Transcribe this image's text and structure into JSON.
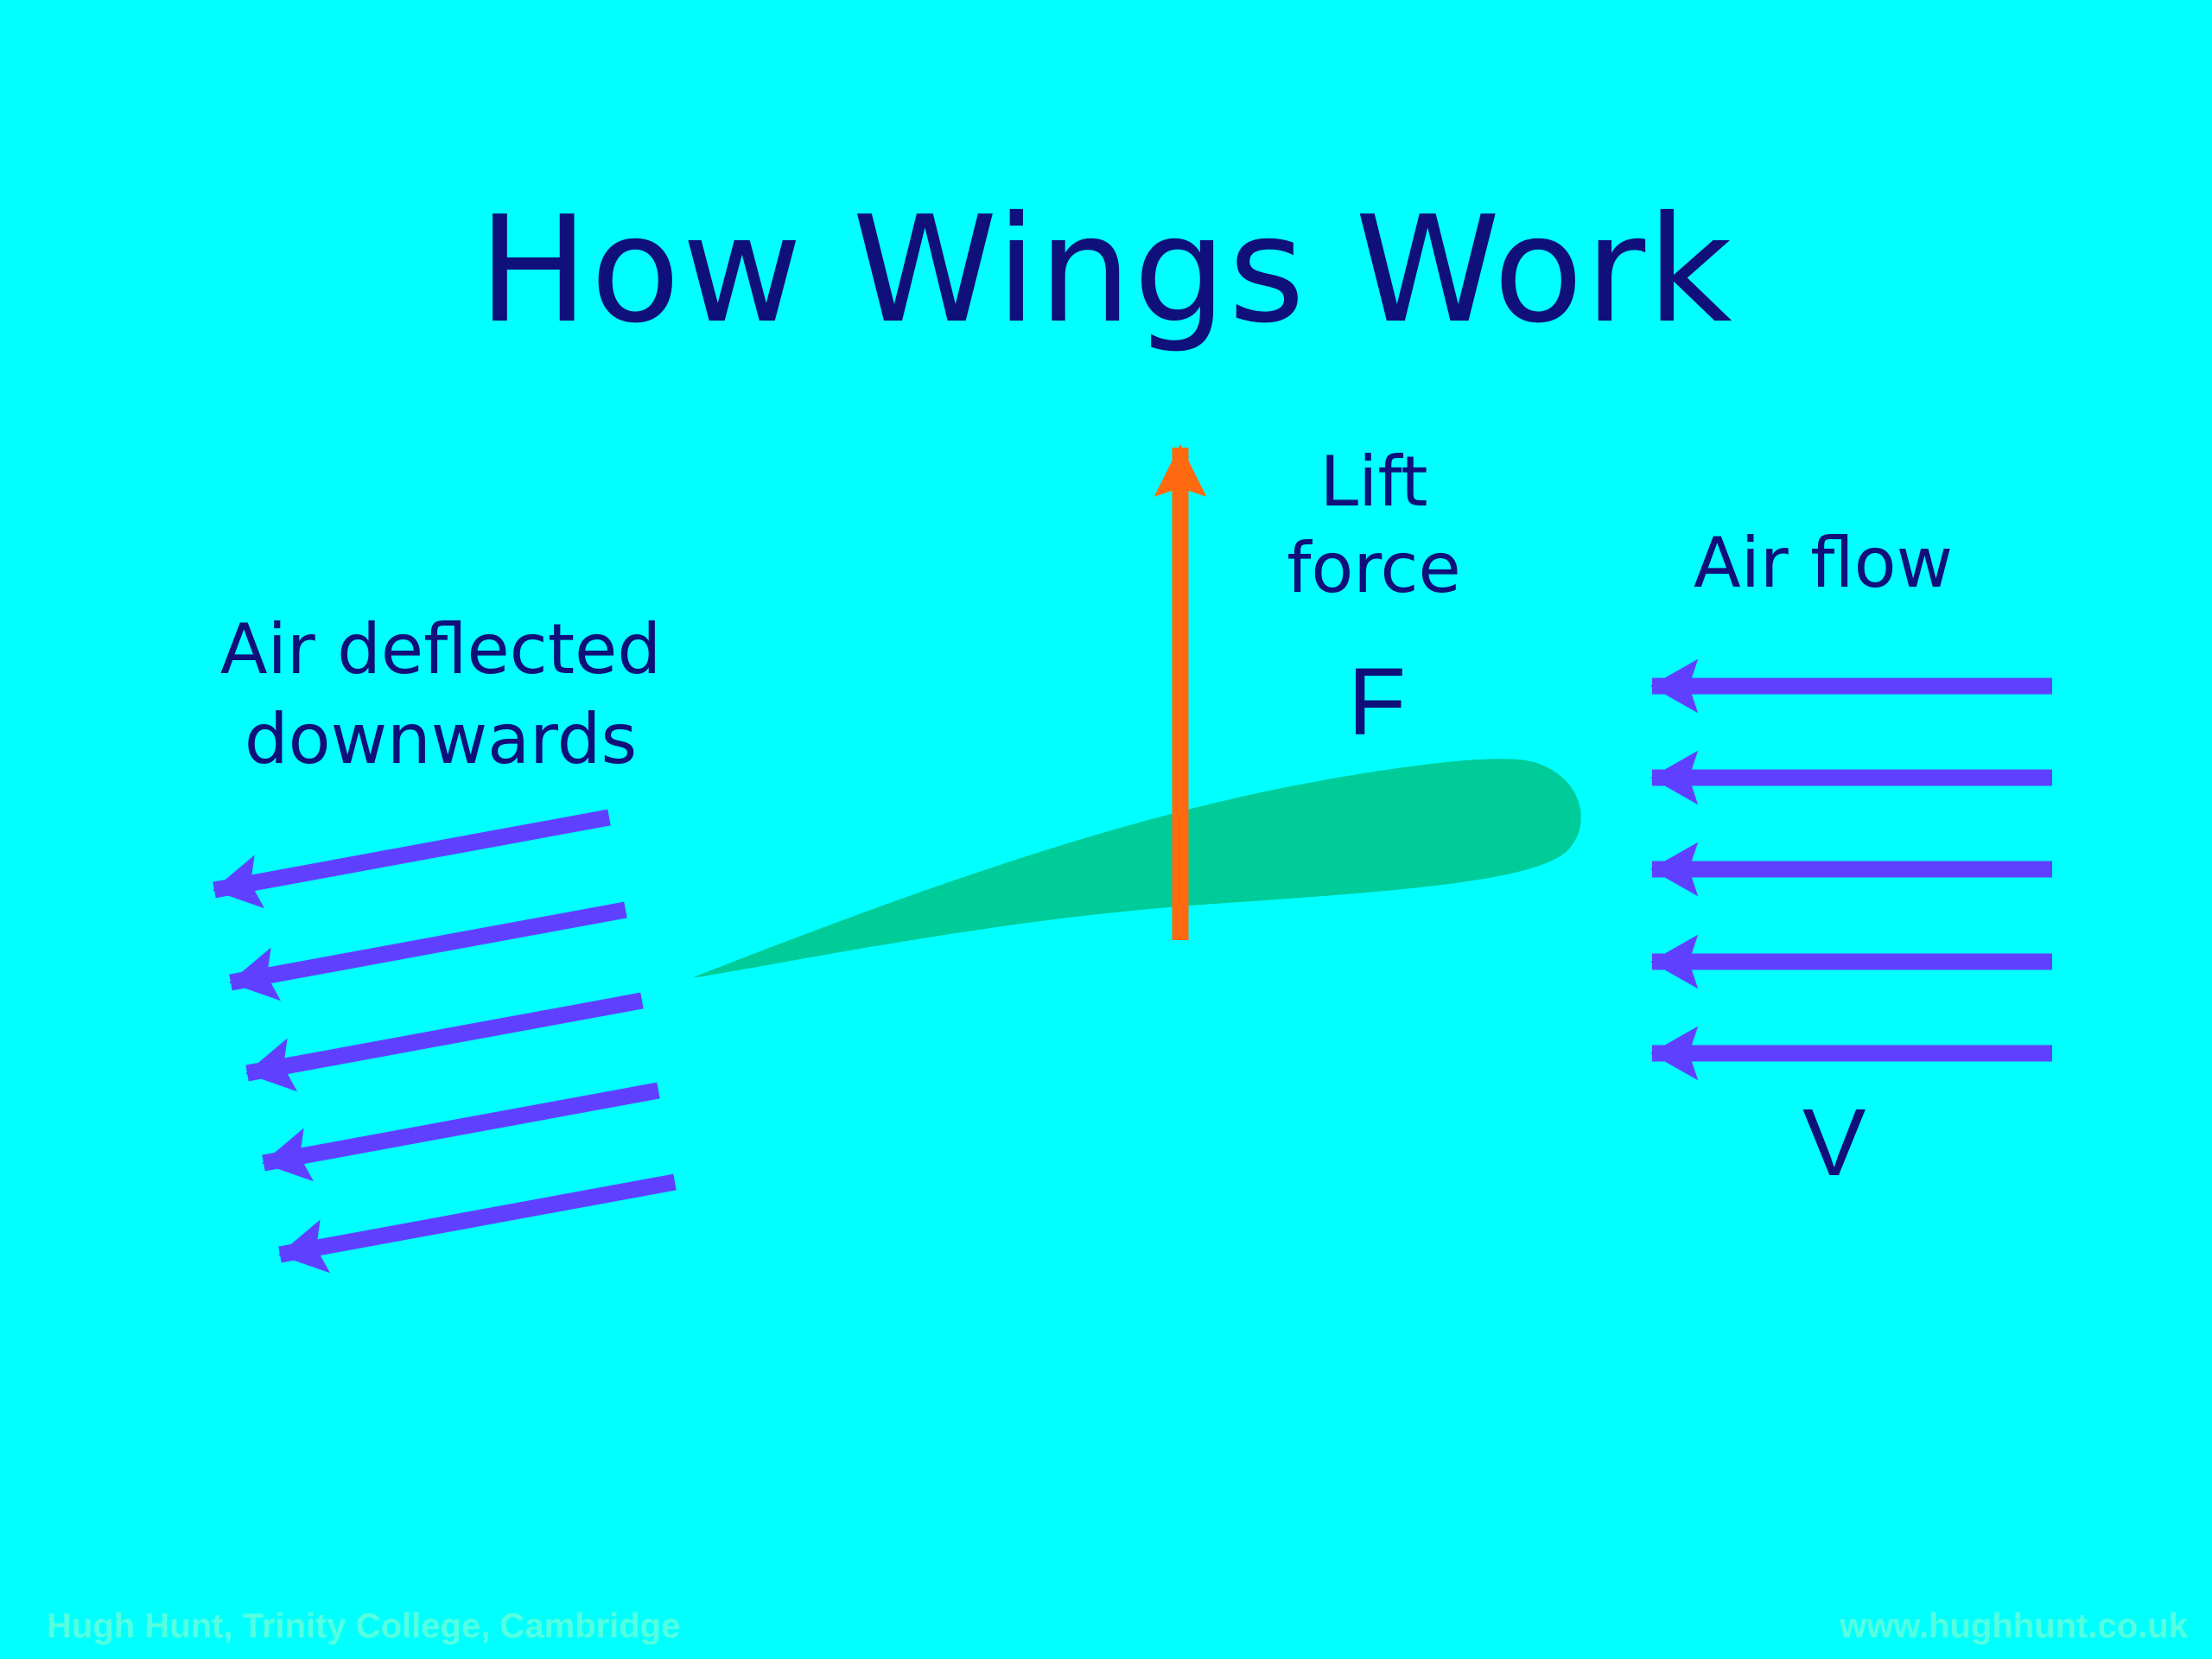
{
  "title": "How Wings Work",
  "labels": {
    "deflected_line1": "Air deflected",
    "deflected_line2": "downwards",
    "lift_line1": "Lift",
    "lift_line2": "force",
    "airflow": "Air flow",
    "force_symbol": "F",
    "velocity_symbol": "V"
  },
  "footer": {
    "left": "Hugh Hunt, Trinity College, Cambridge",
    "right": "www.hughhunt.co.uk"
  },
  "colors": {
    "background": "#00FFFF",
    "text": "#10107A",
    "wing": "#00CC99",
    "lift_arrow": "#FF6A10",
    "air_arrows": "#6040FF",
    "footer_text": "#55FFE0"
  }
}
